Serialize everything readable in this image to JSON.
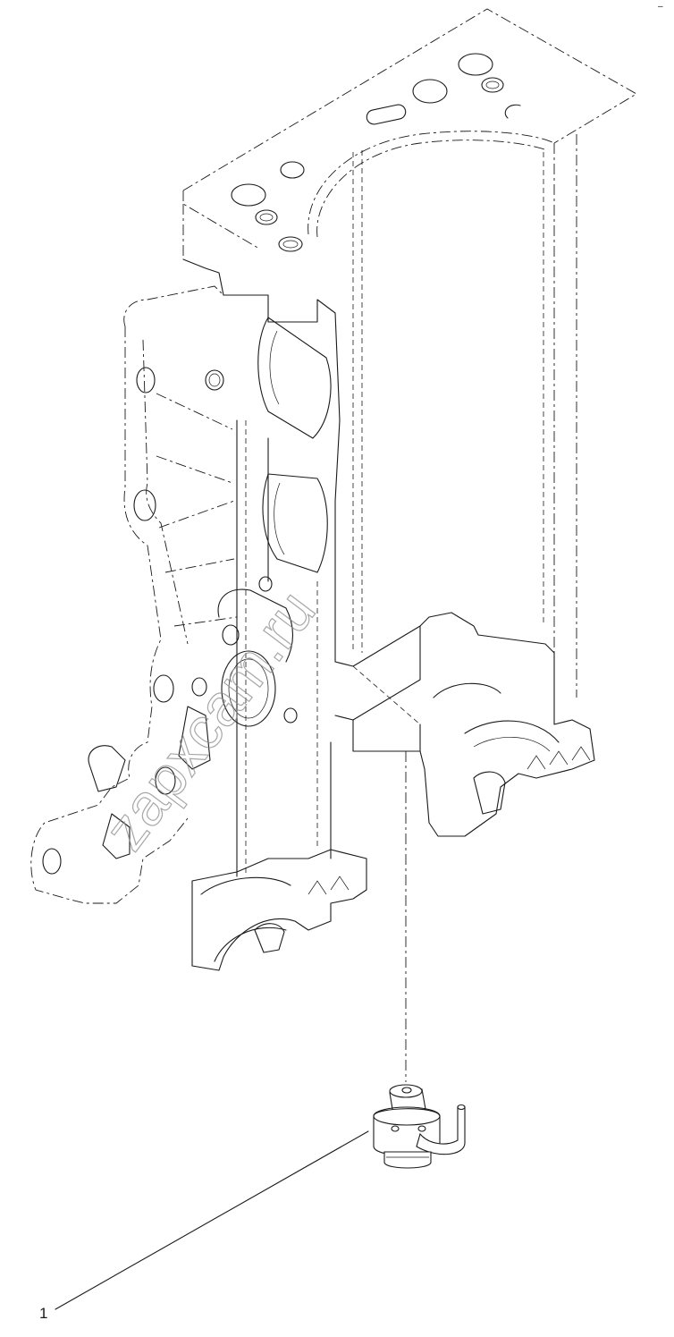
{
  "callout": {
    "number": "1"
  },
  "watermark": {
    "text": "zapxcam.ru"
  },
  "corner_mark": "–",
  "parts": [
    {
      "id": "1",
      "icon": "fitting-with-bent-tube"
    }
  ]
}
